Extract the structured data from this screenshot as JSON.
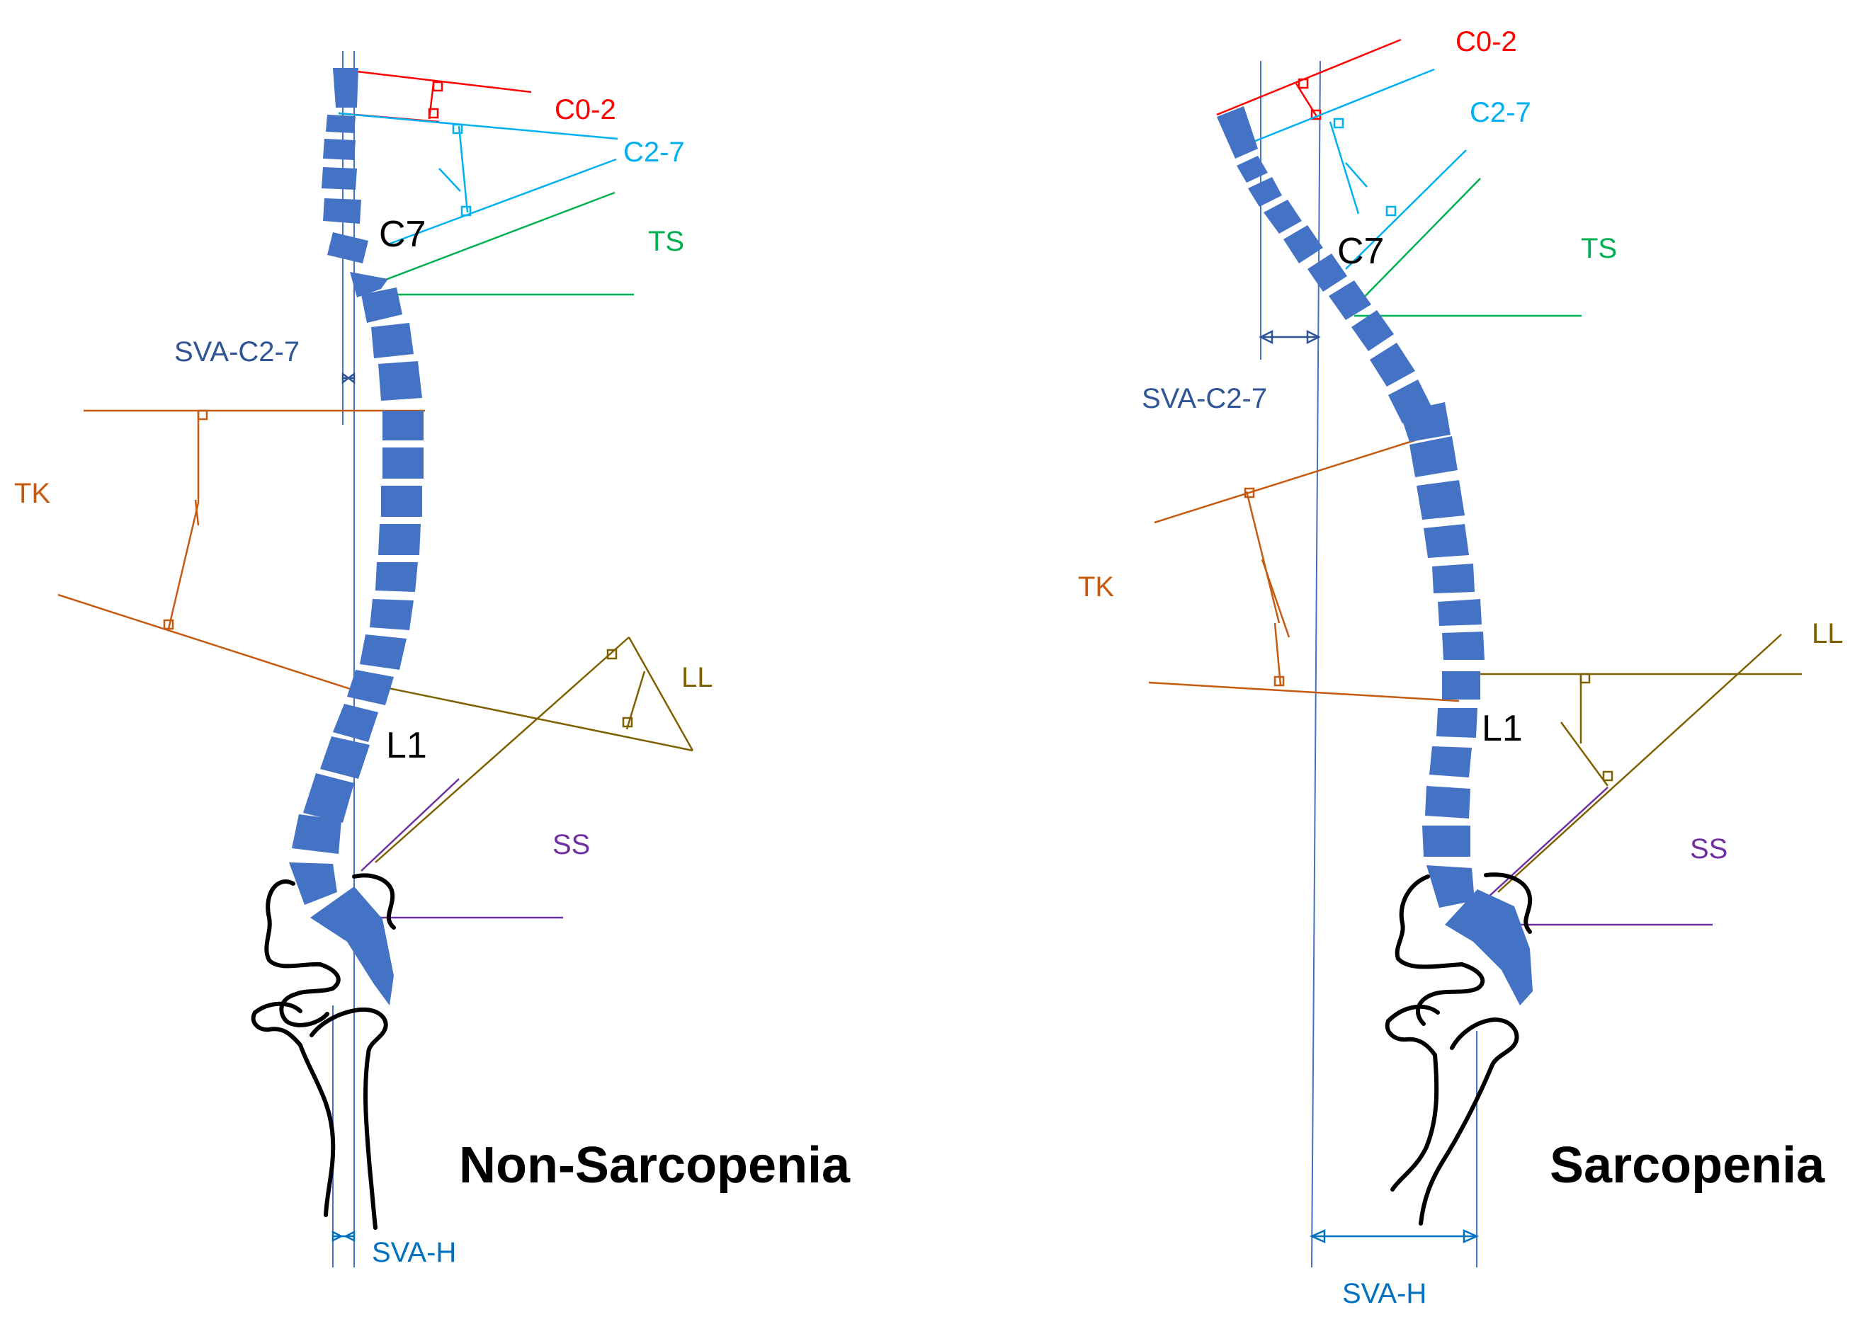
{
  "panels": [
    {
      "title": "Non-Sarcopenia",
      "labels": {
        "c0_2": "C0-2",
        "c2_7": "C2-7",
        "ts": "TS",
        "c7": "C7",
        "sva_c2_7": "SVA-C2-7",
        "tk": "TK",
        "ll": "LL",
        "l1": "L1",
        "ss": "SS",
        "sva_h": "SVA-H"
      }
    },
    {
      "title": "Sarcopenia",
      "labels": {
        "c0_2": "C0-2",
        "c2_7": "C2-7",
        "ts": "TS",
        "c7": "C7",
        "sva_c2_7": "SVA-C2-7",
        "tk": "TK",
        "ll": "LL",
        "l1": "L1",
        "ss": "SS",
        "sva_h": "SVA-H"
      }
    }
  ],
  "colors": {
    "vertebra": "#4472C4",
    "c0_2": "#FF0000",
    "c2_7": "#00B0F0",
    "ts": "#00B050",
    "sva_c2_7": "#2F5597",
    "tk": "#C55A11",
    "ll": "#7F6000",
    "ss": "#7030A0",
    "sva_h": "#0070C0",
    "plumb_line": "#4472C4",
    "bone_outline": "#000000"
  }
}
